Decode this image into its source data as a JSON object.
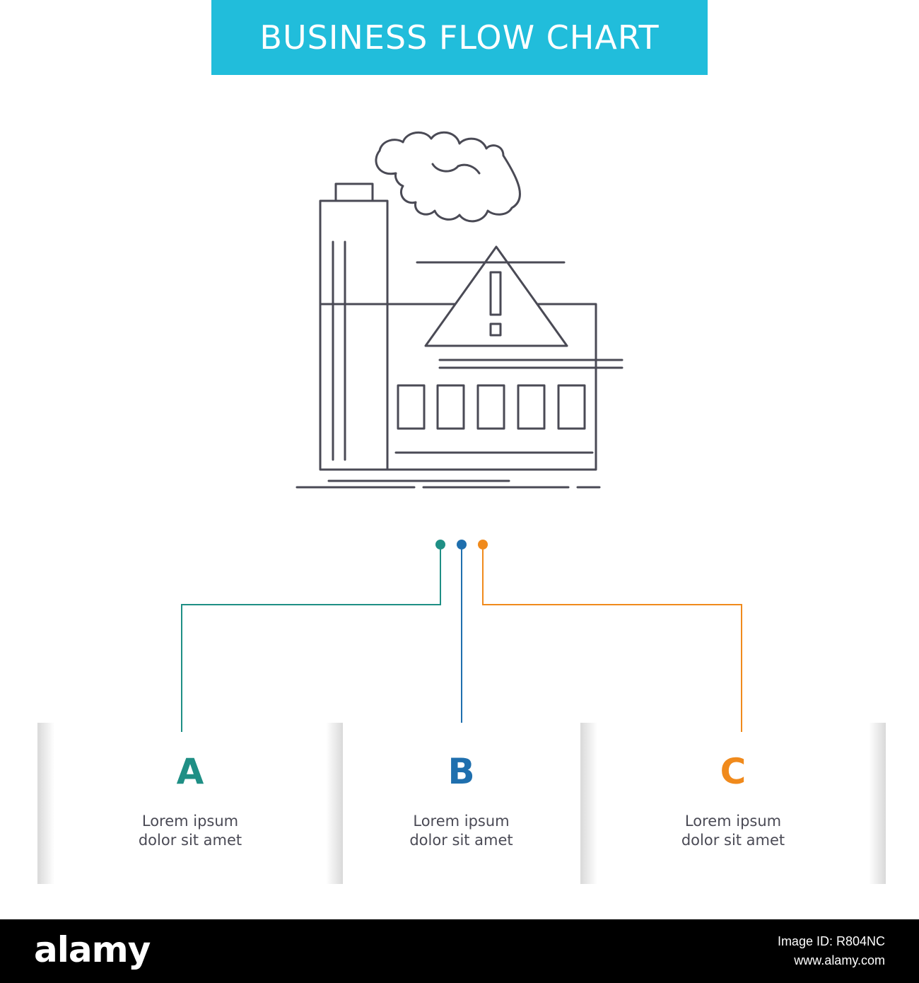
{
  "header": {
    "title": "BUSINESS FLOW CHART"
  },
  "colors": {
    "banner": "#21bddb",
    "a": "#1f8f85",
    "b": "#1f6fae",
    "c": "#f08a1c",
    "icon_stroke": "#4a4a55"
  },
  "icon": {
    "name": "factory-pollution-warning-icon"
  },
  "items": [
    {
      "letter": "A",
      "line1": "Lorem ipsum",
      "line2": "dolor sit amet"
    },
    {
      "letter": "B",
      "line1": "Lorem ipsum",
      "line2": "dolor sit amet"
    },
    {
      "letter": "C",
      "line1": "Lorem ipsum",
      "line2": "dolor sit amet"
    }
  ],
  "footer": {
    "logo": "alamy",
    "image_id": "Image ID: R804NC",
    "site": "www.alamy.com"
  }
}
